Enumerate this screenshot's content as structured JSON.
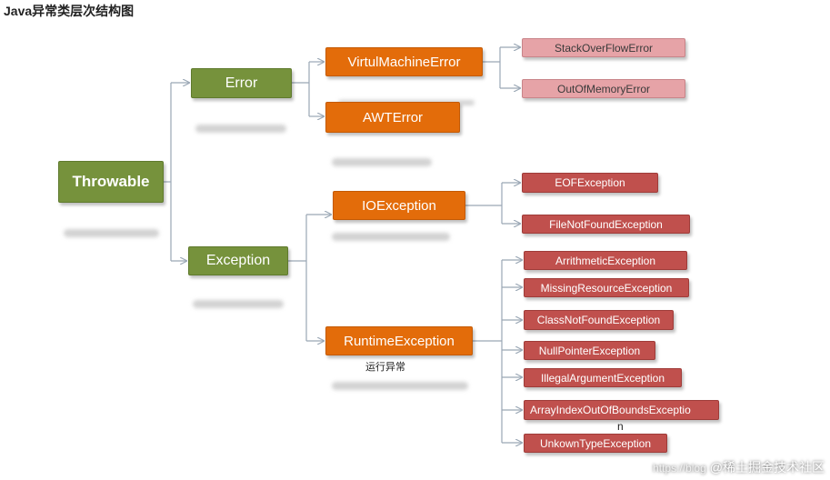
{
  "title": "Java异常类层次结构图",
  "colors": {
    "green": "#76923c",
    "orange": "#e36c0a",
    "pink": "#e6a3a7",
    "red": "#c0504d",
    "connector": "#9aa7b5"
  },
  "nodes": {
    "throwable": "Throwable",
    "error": "Error",
    "exception": "Exception",
    "virtual_machine_error": "VirtulMachineError",
    "awt_error": "AWTError",
    "io_exception": "IOException",
    "runtime_exception": "RuntimeException",
    "stack_overflow_error": "StackOverFlowError",
    "out_of_memory_error": "OutOfMemoryError",
    "eof_exception": "EOFException",
    "file_not_found_exception": "FileNotFoundException",
    "arithmetic_exception": "ArrithmeticException",
    "missing_resource_exception": "MissingResourceException",
    "class_not_found_exception": "ClassNotFoundException",
    "null_pointer_exception": "NullPointerException",
    "illegal_argument_exception": "IllegalArgumentException",
    "array_index_exception": "ArrayIndexOutOfBoundsExceptio",
    "array_index_exception_wrap": "n",
    "unknown_type_exception": "UnkownTypeException"
  },
  "runtime_note": "运行异常",
  "watermark": {
    "url": "https://blog",
    "text": "@稀土掘金技术社区"
  }
}
